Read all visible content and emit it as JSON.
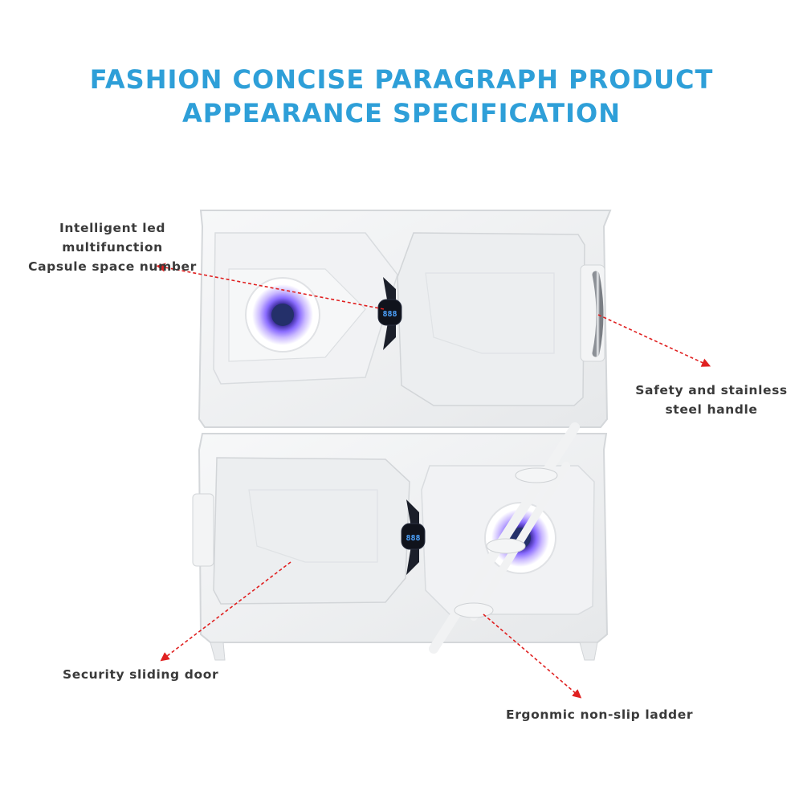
{
  "title": {
    "line1": "FASHION CONCISE PARAGRAPH PRODUCT",
    "line2": "APPEARANCE SPECIFICATION"
  },
  "callouts": {
    "led": {
      "line1": "Intelligent led multifunction",
      "line2": "Capsule space number"
    },
    "handle": {
      "line1": "Safety and stainless",
      "line2": "steel handle"
    },
    "door": {
      "text": "Security sliding door"
    },
    "ladder": {
      "text": "Ergonmic non-slip ladder"
    }
  },
  "displays": {
    "upper": "888",
    "lower": "888"
  },
  "colors": {
    "title": "#2e9fd8",
    "label": "#3a3a3a",
    "arrow": "#e02020",
    "glow": "#7b5cff",
    "display": "#4da3ff"
  }
}
